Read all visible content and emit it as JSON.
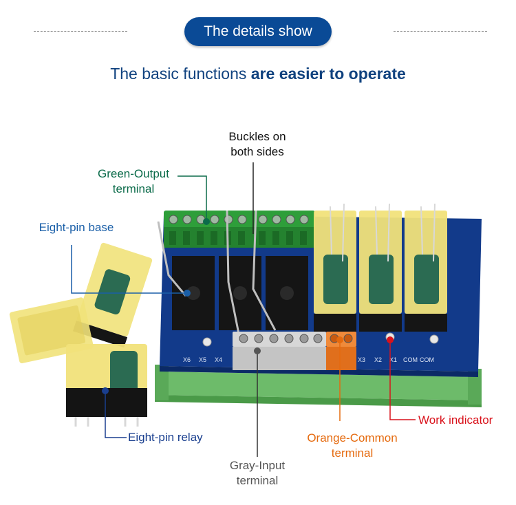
{
  "header": {
    "title": "The details show"
  },
  "tagline": {
    "light": "The basic functions",
    "bold": "are easier to operate"
  },
  "callouts": {
    "buckles": {
      "line1": "Buckles on",
      "line2": "both sides"
    },
    "green_output": {
      "line1": "Green-Output",
      "line2": "terminal"
    },
    "eight_pin_base": {
      "text": "Eight-pin base"
    },
    "eight_pin_relay": {
      "text": "Eight-pin relay"
    },
    "gray_input": {
      "line1": "Gray-Input",
      "line2": "terminal"
    },
    "orange_common": {
      "line1": "Orange-Common",
      "line2": "terminal"
    },
    "work_indicator": {
      "text": "Work indicator"
    }
  },
  "pcb_labels": {
    "left": [
      "X6",
      "X5",
      "X4"
    ],
    "right": [
      "X3",
      "X2",
      "X1",
      "COM",
      "COM"
    ]
  },
  "colors": {
    "brand_blue": "#0a4a96",
    "green_label": "#0b6b4a",
    "blue_label": "#1a5fa8",
    "navy_label": "#1a3f8f",
    "gray_label": "#555555",
    "orange_label": "#e56a0e",
    "red_label": "#d9121b",
    "pcb_blue": "#123a8a",
    "terminal_green": "#2e9e3a",
    "relay_yellow": "#f1e27a",
    "rail_green": "#7fc97a"
  }
}
